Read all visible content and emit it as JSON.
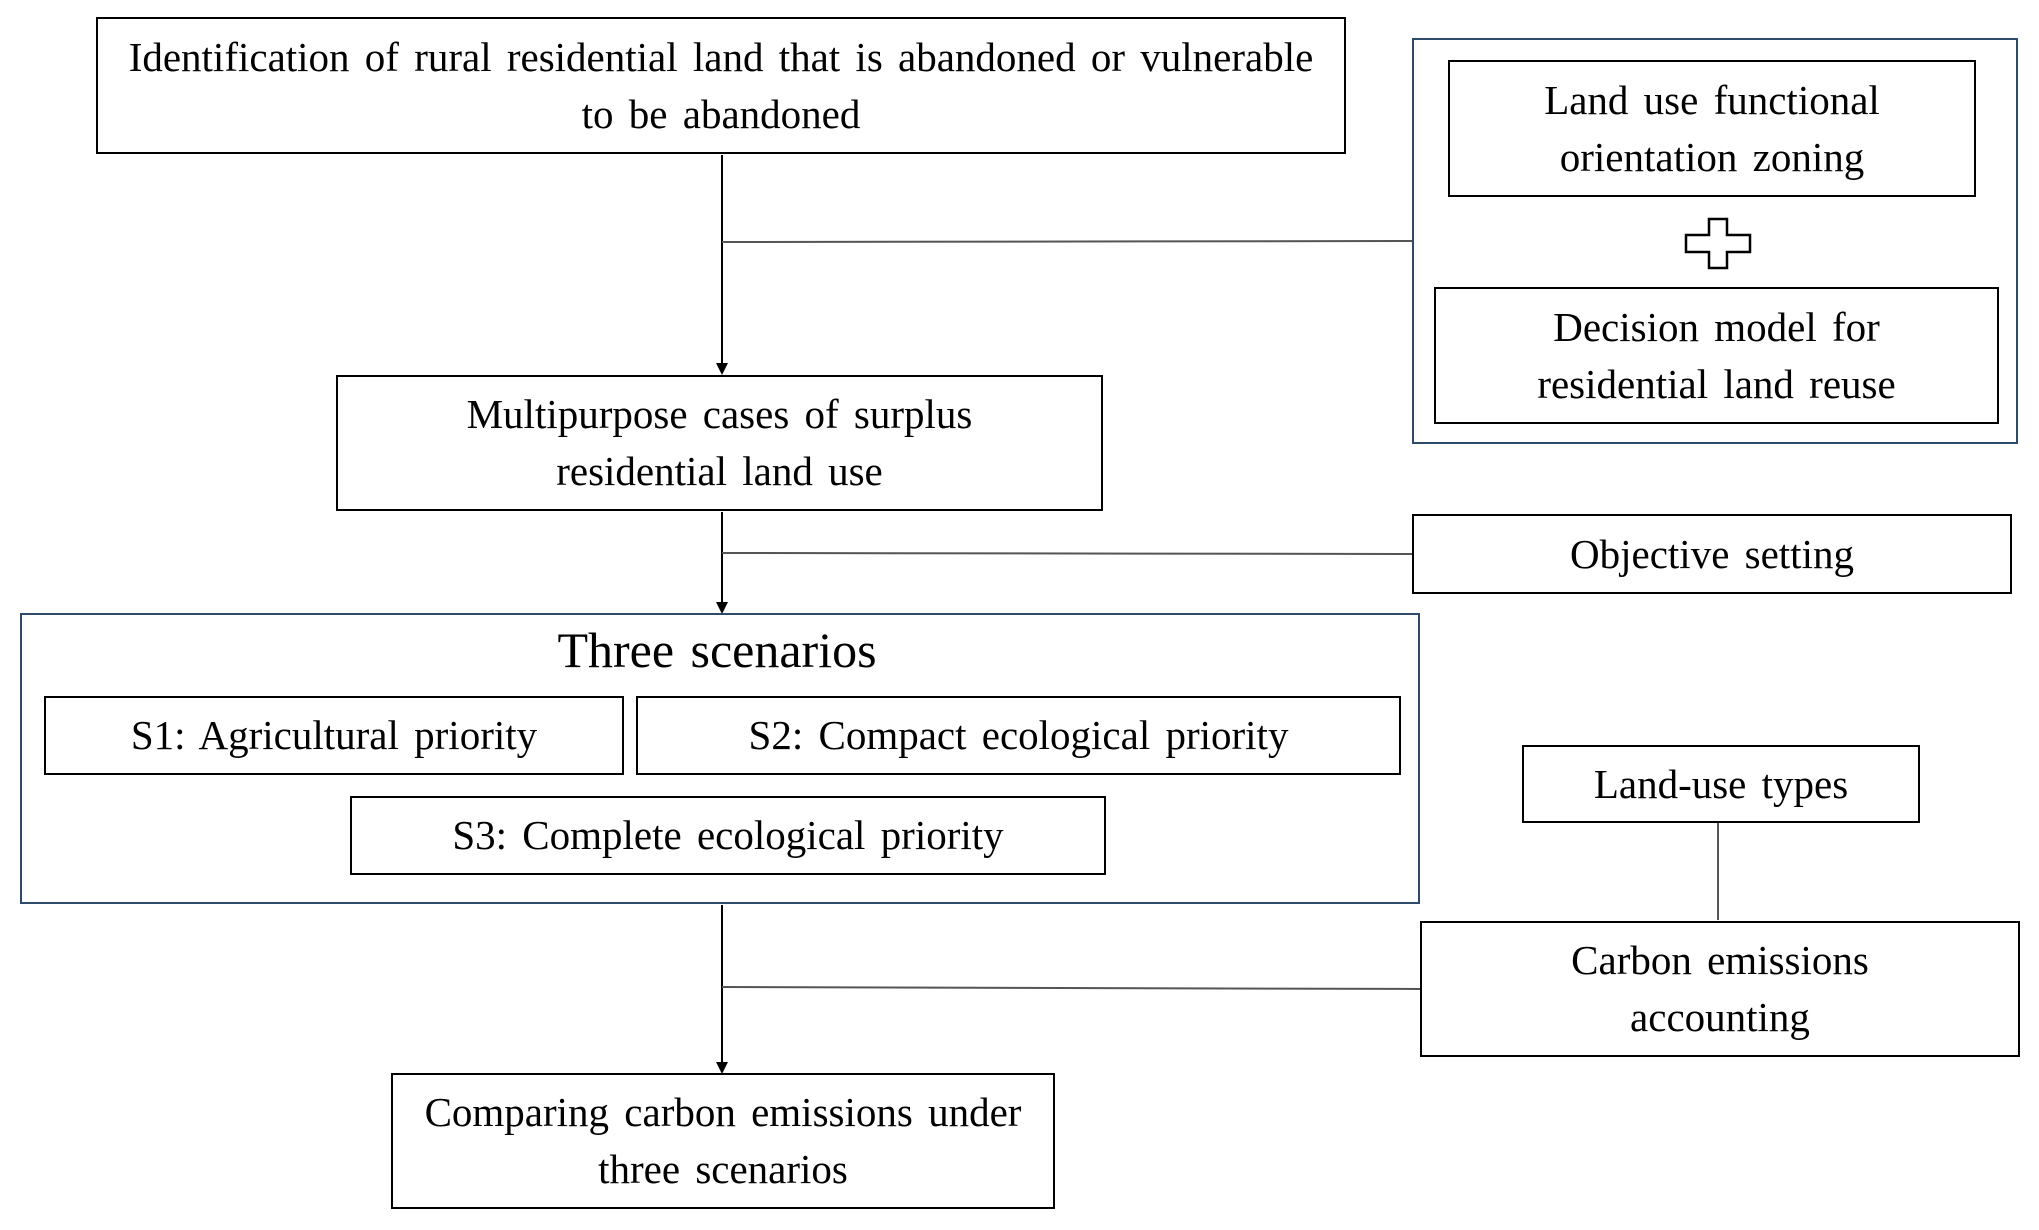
{
  "diagram": {
    "main_flow": {
      "identification": "Identification of rural residential land that is abandoned or vulnerable to be abandoned",
      "multipurpose": "Multipurpose cases of surplus residential land use",
      "comparing": "Comparing carbon emissions under three scenarios"
    },
    "scenarios": {
      "title": "Three scenarios",
      "s1": "S1: Agricultural priority",
      "s2": "S2: Compact ecological priority",
      "s3": "S3: Complete ecological priority"
    },
    "side_inputs": {
      "zoning": "Land use functional orientation zoning",
      "plus_symbol": "plus-icon",
      "decision_model": "Decision model for residential land reuse",
      "objective": "Objective setting",
      "land_use_types": "Land-use types",
      "carbon_accounting": "Carbon emissions accounting"
    },
    "colors": {
      "box_border": "#000000",
      "group_border": "#2e4a6b",
      "connector": "#555555",
      "arrow": "#000000"
    }
  }
}
